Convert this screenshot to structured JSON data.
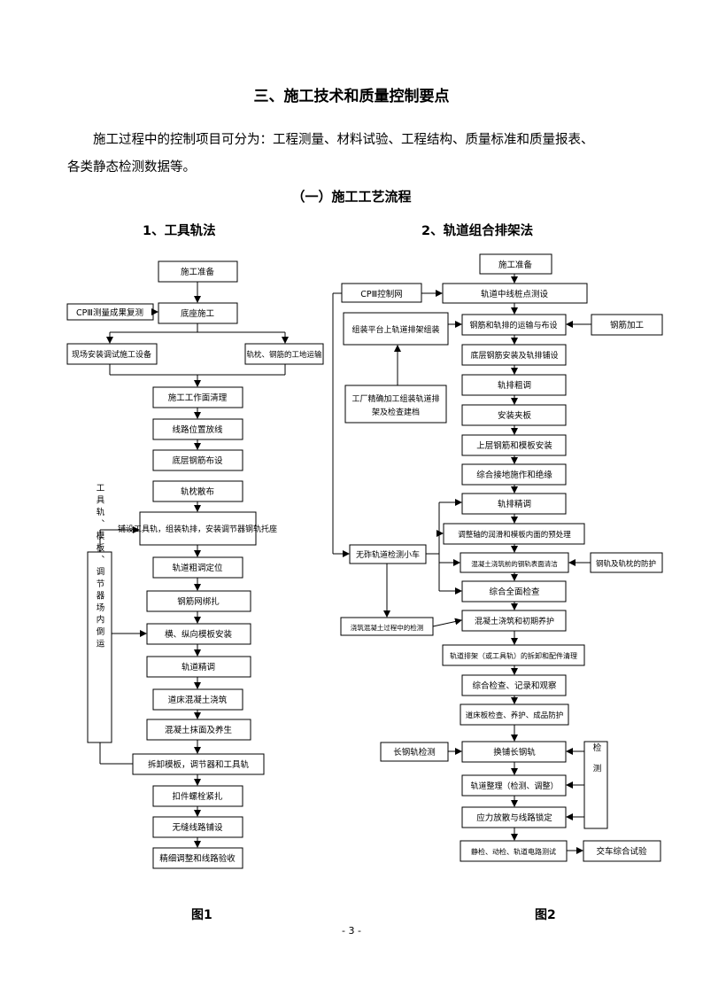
{
  "heading": "三、施工技术和质量控制要点",
  "intro_line1": "施工过程中的控制项目可分为：工程测量、材料试验、工程结构、质量标准和质量报表、",
  "intro_line2": "各类静态检测数据等。",
  "subheading": "（一）施工工艺流程",
  "method1_title": "1、工具轨法",
  "method2_title": "2、轨道组合排架法",
  "figure1_caption": "图1",
  "figure2_caption": "图2",
  "page_number": "- 3 -",
  "figure1": {
    "prep": "施工准备",
    "cp3_review": "CPⅢ测量成果复测",
    "base_construction": "底座施工",
    "onsite_equipment": "现场安装调试施工设备",
    "sleeper_transport": "轨枕、钢筋的工地运输",
    "work_surface_clean": "施工工作面清理",
    "track_position_measure": "线路位置放线",
    "bottom_rebar": "底层钢筋布设",
    "sleeper_placement": "轨枕散布",
    "lay_tool_rail": "铺设工具轨，组装轨排，安装调节器钢轨托座",
    "rough_adjust": "轨道粗调定位",
    "rebar_binding": "钢筋网绑扎",
    "formwork_install": "横、纵向模板安装",
    "fine_adjust": "轨道精调",
    "concrete_pour": "道床混凝土浇筑",
    "surface_finish_cure": "混凝土抹面及养生",
    "dismantle": "拆卸模板，调节器和工具轨",
    "bolt_tighten": "扣件螺栓紧扎",
    "seamless_laying": "无缝线路铺设",
    "fine_tune_acceptance": "精细调整和线路验收",
    "side_label": "工具轨、模板、调节器场内倒运"
  },
  "figure2": {
    "prep": "施工准备",
    "cp3_network": "CPⅢ控制网",
    "stake_survey": "轨道中线桩点测设",
    "rebar_transport": "钢筋和轨排的运输与布设",
    "rebar_processing": "钢筋加工",
    "platform_assembly": "组装平台上轨道排架组装",
    "base_rebar_laying": "底层钢筋安装及轨排铺设",
    "rough_adjust": "轨排粗调",
    "side_form": "安装夹板",
    "top_rebar_form": "上层钢筋和模板安装",
    "grounding_insulation": "综合接地施作和绝缘",
    "factory_label_1": "工厂精确加工组装轨道排",
    "factory_label_2": "架及检查建档",
    "fine_adjust": "轨排精调",
    "form_pretreat": "调整轴的润滑和模板内面的预处理",
    "trolley": "无砟轨道检测小车",
    "rail_surface_clean": "混凝土浇筑前的钢轨表面清洁",
    "rail_protect": "钢轨及轨枕的防护",
    "overall_check": "综合全面检查",
    "concrete_pour_cure": "混凝土浇筑和初期养护",
    "pour_monitoring": "浇筑混凝土过程中的检测",
    "frame_removal": "轨道排架（或工具轨）的拆卸和配件清理",
    "inspect_record": "综合检查、记录和观察",
    "bed_protect": "道床板检查、养护、成品防护",
    "long_rail_check": "长钢轨检测",
    "lay_long_rail": "换铺长钢轨",
    "track_finishing": "轨道整理（检测、调整）",
    "stress_release": "应力放散与线路锁定",
    "static_test": "静检、动检、轨道电路测试",
    "final_test": "交车综合试验",
    "inspect_label": "检测"
  }
}
